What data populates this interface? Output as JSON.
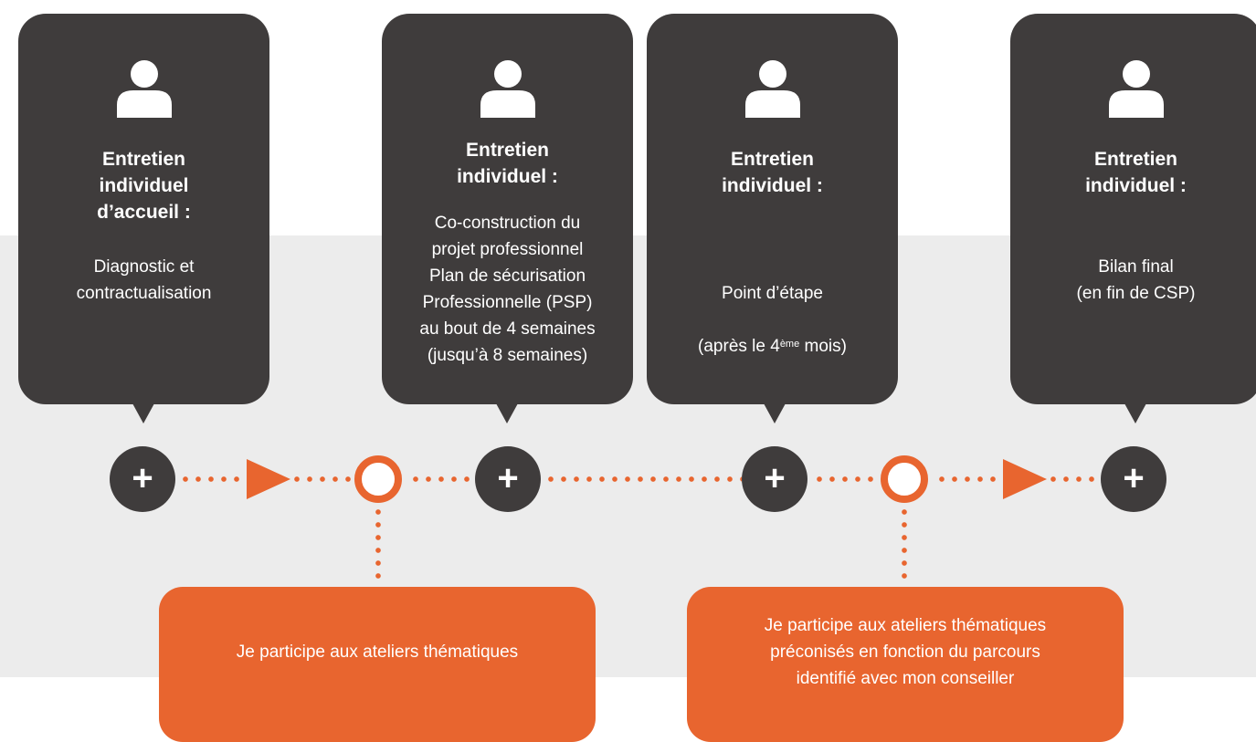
{
  "steps": [
    {
      "title": "Entretien\nindividuel\nd’accueil :",
      "body": "Diagnostic et\ncontractualisation"
    },
    {
      "title": "Entretien\nindividuel :",
      "body": "Co-construction du\nprojet professionnel\nPlan de sécurisation\nProfessionnelle (PSP)\nau bout de 4 semaines\n(jusqu’à 8 semaines)"
    },
    {
      "title": "Entretien\nindividuel :",
      "body_line1": "Point d’étape",
      "body_line2_pre": "(après le 4",
      "body_line2_sup": "ème",
      "body_line2_post": " mois)"
    },
    {
      "title": "Entretien\nindividuel :",
      "body": "Bilan final\n(en fin de CSP)"
    }
  ],
  "ateliers": [
    {
      "text": "Je participe aux ateliers thématiques"
    },
    {
      "text": "Je participe aux ateliers thématiques\npréconisés en fonction du parcours\nidentifié avec mon conseiller"
    }
  ],
  "timeline": {
    "plus_symbol": "+"
  },
  "colors": {
    "dark": "#3f3c3c",
    "orange": "#e8652f",
    "band": "#ececec"
  },
  "icons": {
    "person": "person-icon",
    "plus": "plus-icon",
    "milestone": "ring-icon",
    "arrow": "arrow-right-icon"
  }
}
